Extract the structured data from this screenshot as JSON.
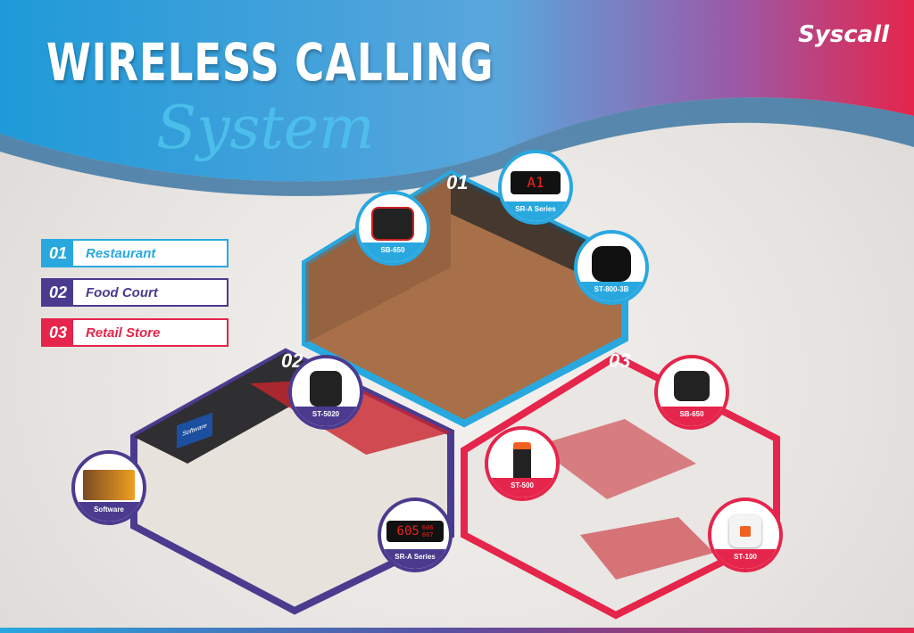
{
  "header": {
    "title": "WIRELESS CALLING",
    "subtitle": "System",
    "logo": "Syscall"
  },
  "colors": {
    "restaurant": "#29a8e0",
    "food_court": "#4a3b8f",
    "retail": "#e5254b"
  },
  "legend": [
    {
      "num": "01",
      "label": "Restaurant"
    },
    {
      "num": "02",
      "label": "Food Court"
    },
    {
      "num": "03",
      "label": "Retail Store"
    }
  ],
  "zones": {
    "restaurant": {
      "num": "01",
      "devices": [
        "SB-650",
        "SR-A Series",
        "ST-800-3B"
      ],
      "display": "A1"
    },
    "food_court": {
      "num": "02",
      "devices": [
        "ST-5020",
        "Software",
        "SR-A Series"
      ],
      "display": [
        "605",
        "606",
        "607"
      ],
      "screen": "Software"
    },
    "retail": {
      "num": "03",
      "devices": [
        "SB-650",
        "ST-500",
        "ST-100"
      ]
    }
  }
}
